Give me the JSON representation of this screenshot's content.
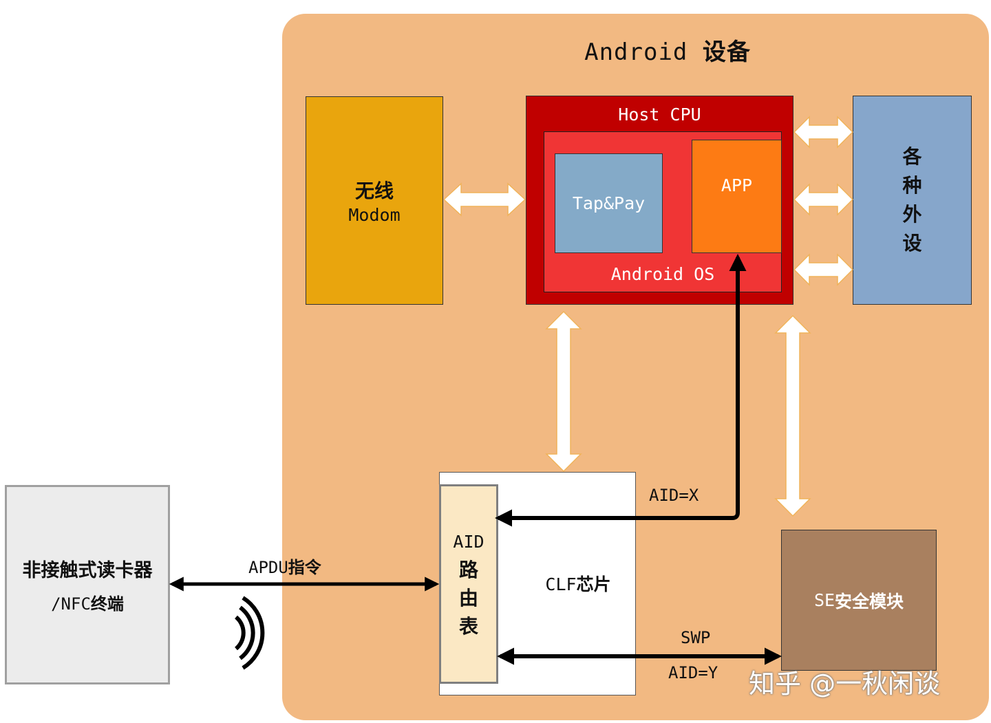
{
  "device": {
    "title_latin": "Android",
    "title_cn": "设备"
  },
  "modem": {
    "line1": "无线",
    "line2": "Modom"
  },
  "cpu": {
    "label": "Host CPU",
    "tap_pay": "Tap&Pay",
    "app": "APP",
    "os_label": "Android OS"
  },
  "peripherals": {
    "chars": [
      "各",
      "种",
      "外",
      "设"
    ]
  },
  "clf": {
    "label_latin": "CLF",
    "label_cn": "芯片",
    "aid_router": {
      "line1": "AID",
      "chars": [
        "路",
        "由",
        "表"
      ]
    }
  },
  "se": {
    "label_latin": "SE",
    "label_cn": "安全模块"
  },
  "reader": {
    "line1": "非接触式读卡器",
    "line2_latin": "/NFC",
    "line2_cn": "终端"
  },
  "links": {
    "apdu_latin": "APDU",
    "apdu_cn": "指令",
    "aid_x": "AID=X",
    "swp": "SWP",
    "aid_y": "AID=Y"
  },
  "watermark": "知乎 @一秋闲谈",
  "colors": {
    "device_bg": "#f2b982",
    "modem": "#e9a50d",
    "host_cpu": "#c00000",
    "android_os": "#f03535",
    "tap_pay": "#84aac8",
    "app": "#fd7b14",
    "peripherals": "#86a6cb",
    "se": "#a9805f",
    "aid_router": "#fbe8c4",
    "reader": "#ececec"
  }
}
